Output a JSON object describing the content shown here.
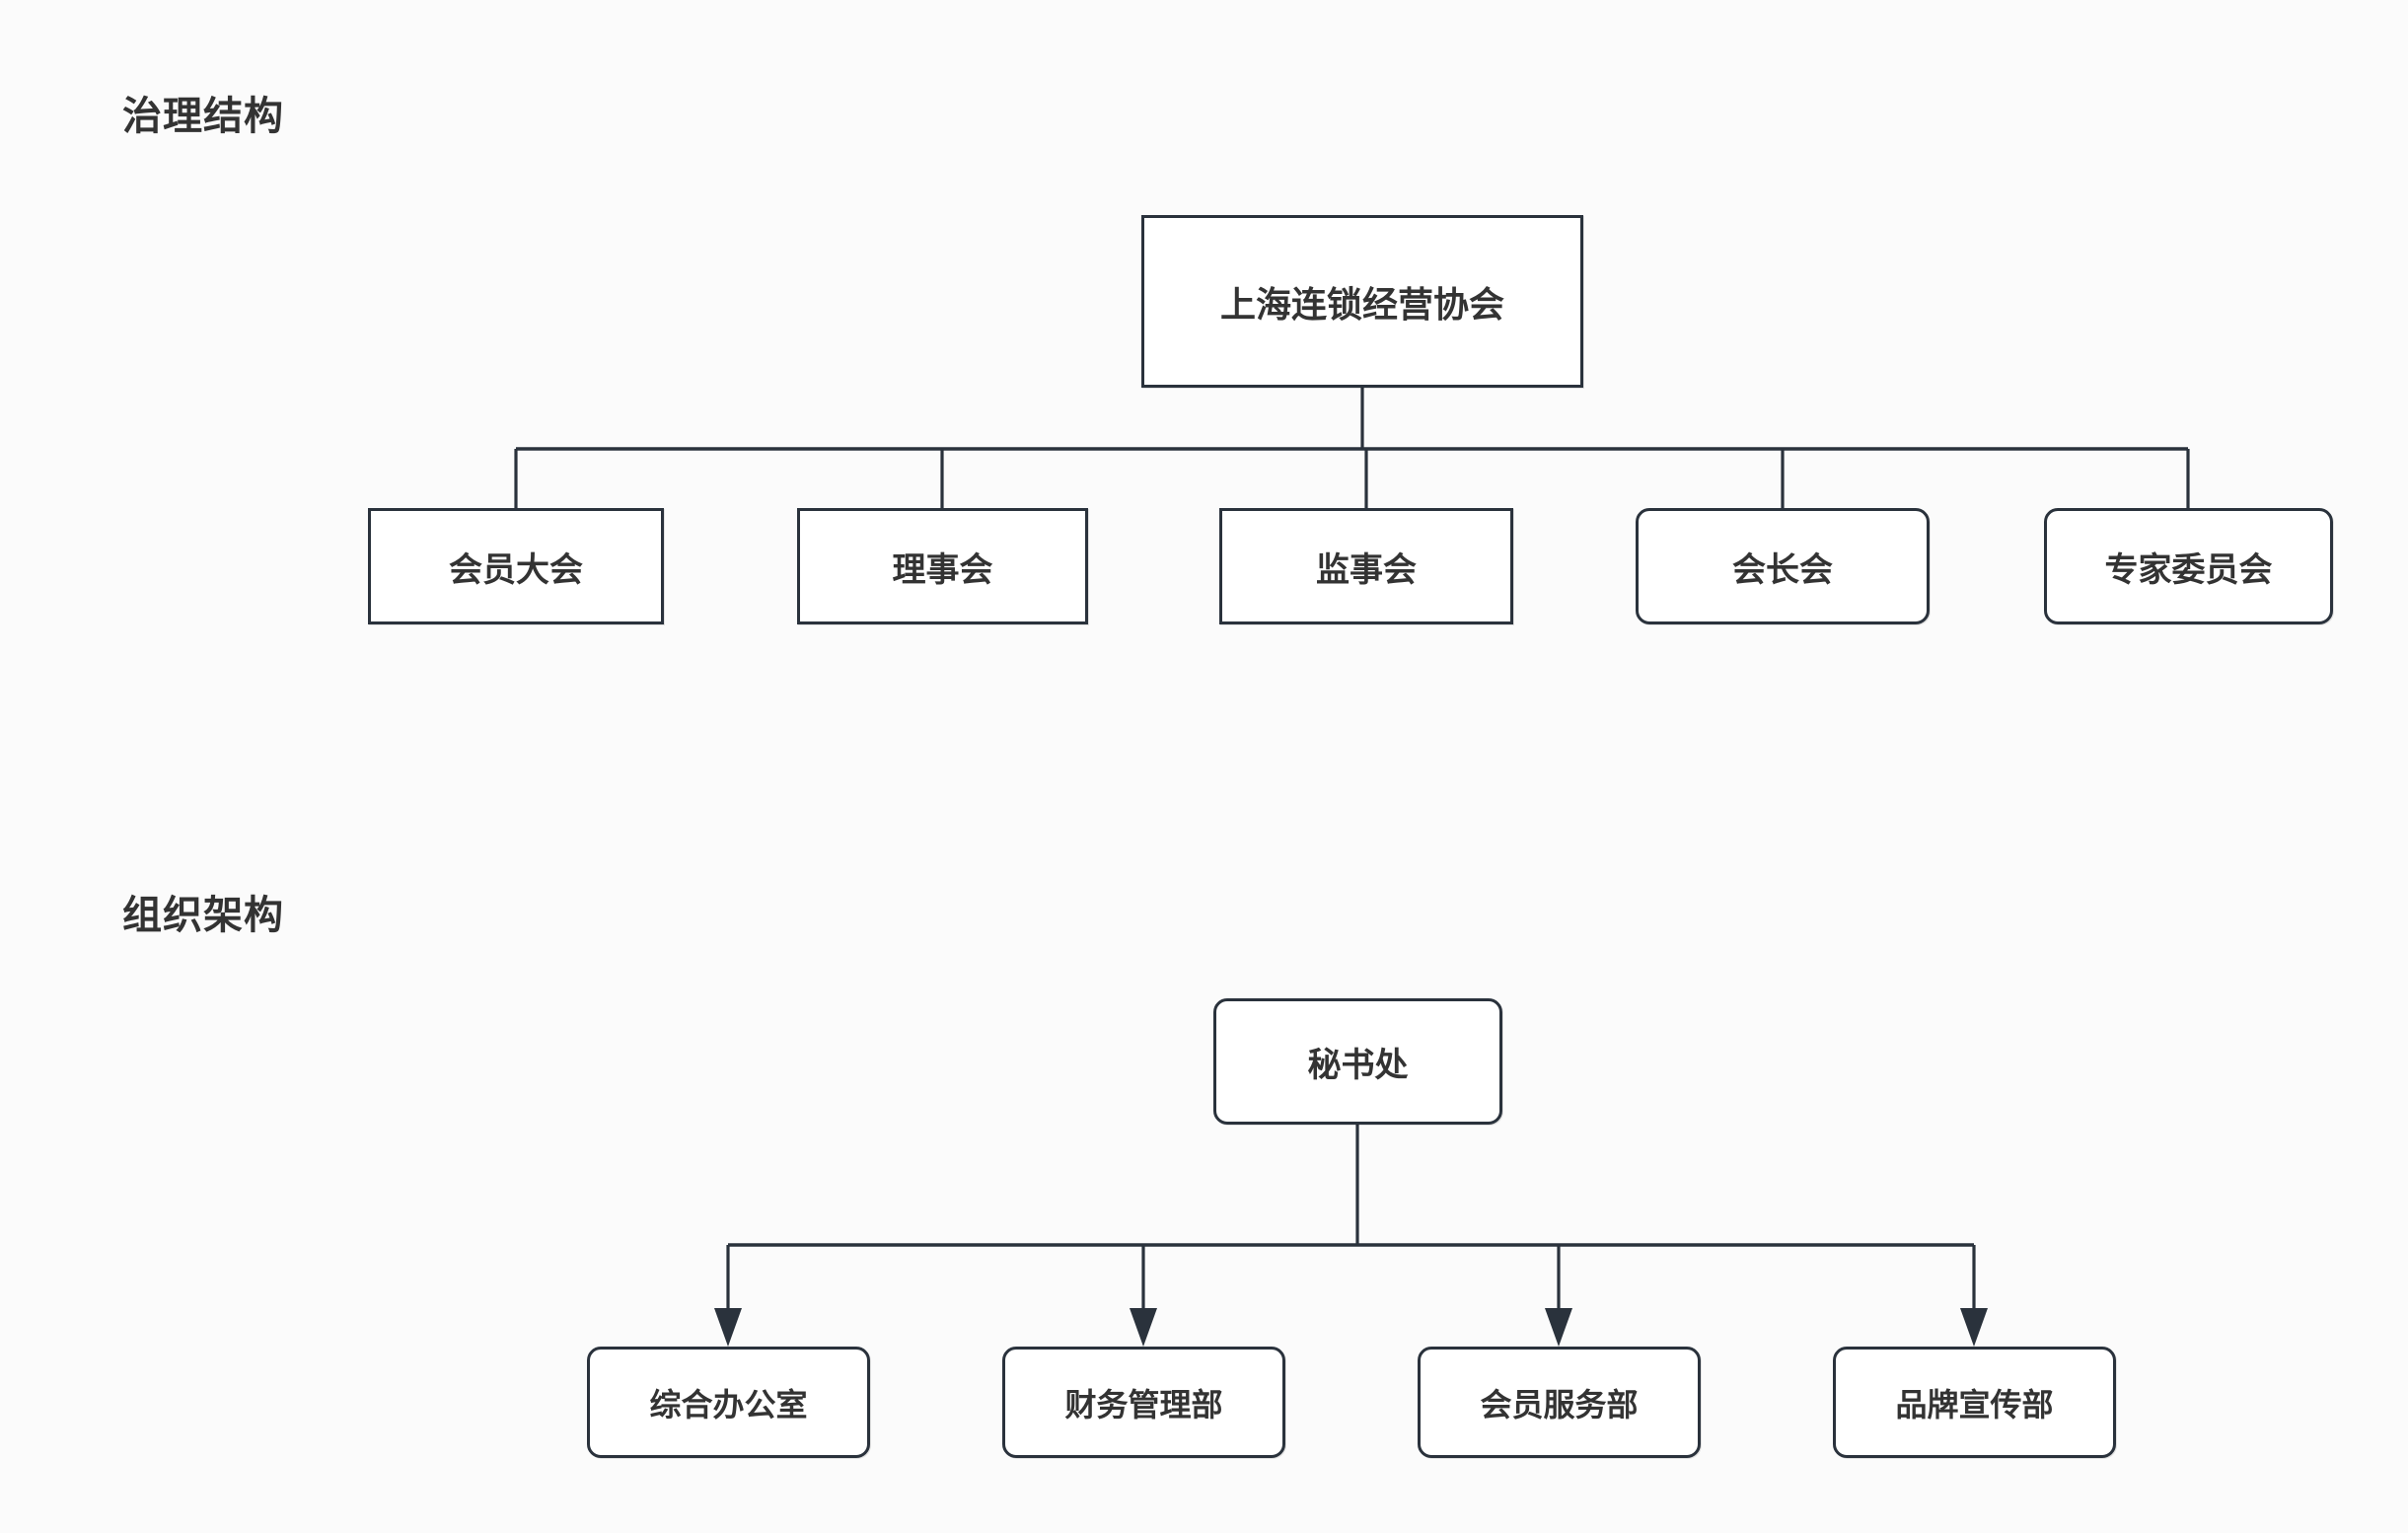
{
  "page": {
    "background_color": "#fbfbfb",
    "stroke_color": "#2a323c",
    "text_color": "#333333"
  },
  "sections": [
    {
      "id": "governance",
      "title": "治理结构",
      "root": {
        "label": "上海连锁经营协会",
        "shape": "rectangle"
      },
      "children": [
        {
          "label": "会员大会",
          "shape": "rectangle"
        },
        {
          "label": "理事会",
          "shape": "rectangle"
        },
        {
          "label": "监事会",
          "shape": "rectangle"
        },
        {
          "label": "会长会",
          "shape": "rounded-rectangle"
        },
        {
          "label": "专家委员会",
          "shape": "rounded-rectangle"
        }
      ],
      "connector_style": "orthogonal-plain"
    },
    {
      "id": "organization",
      "title": "组织架构",
      "root": {
        "label": "秘书处",
        "shape": "rounded-rectangle"
      },
      "children": [
        {
          "label": "综合办公室",
          "shape": "rounded-rectangle"
        },
        {
          "label": "财务管理部",
          "shape": "rounded-rectangle"
        },
        {
          "label": "会员服务部",
          "shape": "rounded-rectangle"
        },
        {
          "label": "品牌宣传部",
          "shape": "rounded-rectangle"
        }
      ],
      "connector_style": "orthogonal-arrow"
    }
  ]
}
